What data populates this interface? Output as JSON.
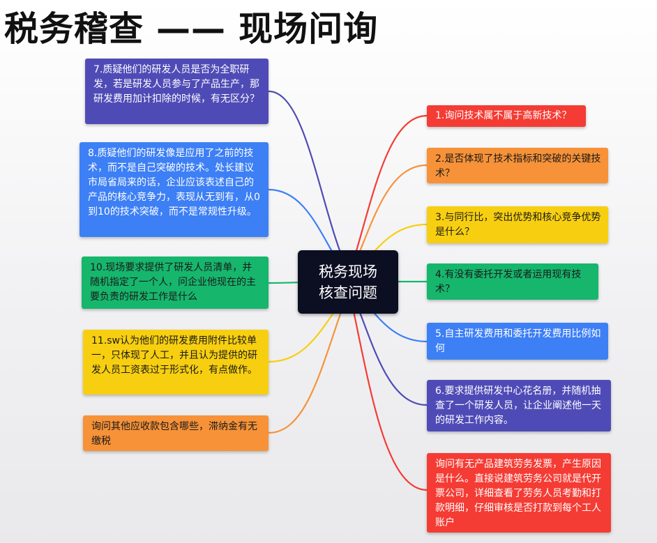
{
  "title": "税务稽查 —— 现场问询",
  "center": {
    "lines": [
      "税务现场",
      "核查问题"
    ]
  },
  "colors": {
    "red": "#f43c34",
    "orange": "#f79238",
    "yellow": "#f7cf10",
    "green": "#16b66d",
    "blue": "#3d7ff5",
    "indigo": "#4f4bb6",
    "navy": "#0c0f22"
  },
  "nodes": {
    "q1": {
      "text": "1.询问技术属不属于高新技术？",
      "color": "red"
    },
    "q2": {
      "text": "2.是否体现了技术指标和突破的关键技术？",
      "color": "orange"
    },
    "q3": {
      "text": "3.与同行比，突出优势和核心竞争优势是什么？",
      "color": "yellow"
    },
    "q4": {
      "text": "4.有没有委托开发或者运用现有技术？",
      "color": "green"
    },
    "q5": {
      "text": "5.自主研发费用和委托开发费用比例如何",
      "color": "blue"
    },
    "q6": {
      "text": "6.要求提供研发中心花名册，并随机抽查了一个研发人员，让企业阐述他一天的研发工作内容。",
      "color": "indigo"
    },
    "q7": {
      "text": "7.质疑他们的研发人员是否为全职研发，若是研发人员参与了产品生产，那研发费用加计扣除的时候，有无区分？",
      "color": "indigo"
    },
    "q8": {
      "text": "8.质疑他们的研发像是应用了之前的技术，而不是自己突破的技术。处长建议市局省局来的话，企业应该表述自己的产品的核心竞争力，表现从无到有，从0到10的技术突破，而不是常规性升级。",
      "color": "blue"
    },
    "q9": {
      "text": "询问有无产品建筑劳务发票，产生原因是什么。直接说建筑劳务公司就是代开票公司，详细查看了劳务人员考勤和打款明细，仔细审核是否打款到每个工人账户",
      "color": "red"
    },
    "q10": {
      "text": "10.现场要求提供了研发人员清单，并随机指定了一个人，问企业他现在的主要负责的研发工作是什么",
      "color": "green"
    },
    "q11": {
      "text": "11.sw认为他们的研发费用附件比较单一，只体现了人工，并且认为提供的研发人员工资表过于形式化，有点做作。",
      "color": "yellow"
    },
    "q12": {
      "text": "询问其他应收款包含哪些，滞纳金有无缴税",
      "color": "orange"
    }
  }
}
